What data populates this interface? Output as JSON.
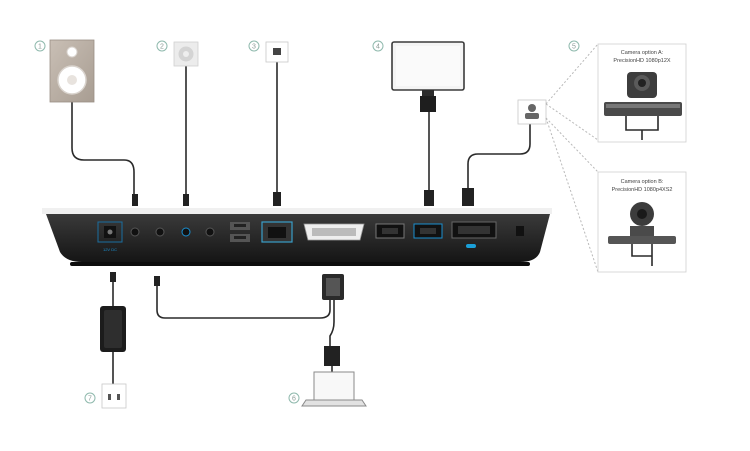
{
  "callouts": {
    "c1": "1",
    "c2": "2",
    "c3": "3",
    "c4": "4",
    "c5": "5",
    "c6": "6",
    "c7": "7"
  },
  "camera_a": {
    "line1": "Camera option A:",
    "line2": "PrecisionHD 1080p12X"
  },
  "camera_b": {
    "line1": "Camera option B:",
    "line2": "PrecisionHD 1080p4XS2"
  },
  "port_labels": {
    "power": "12V DC"
  },
  "colors": {
    "callout_ring": "#8fb9ad",
    "ethernet": "#3a9ec9",
    "camera_port": "#1a9fd8",
    "codec_body": "#2b2b2b"
  },
  "icons": {
    "speaker": "speaker-icon",
    "microphone": "microphone-icon",
    "network_jack": "ethernet-jack-icon",
    "monitor": "monitor-icon",
    "camera_jack": "camera-jack-icon",
    "laptop": "laptop-icon",
    "power_socket": "power-socket-icon"
  }
}
